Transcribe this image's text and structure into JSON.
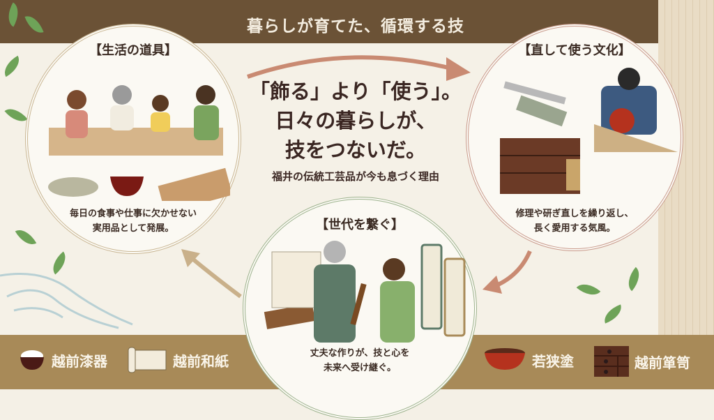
{
  "header": {
    "title": "暮らしが育てた、循環する技"
  },
  "center": {
    "headline_lines": [
      "「飾る」より「使う」。",
      "日々の暮らしが、",
      "技をつないだ。"
    ],
    "subtitle": "福井の伝統工芸品が今も息づく理由"
  },
  "panels": [
    {
      "id": "left",
      "title": "【生活の道具】",
      "caption_lines": [
        "毎日の食事や仕事に欠かせない",
        "実用品として発展。"
      ],
      "border_color": "#c9b693"
    },
    {
      "id": "right",
      "title": "【直して使う文化】",
      "caption_lines": [
        "修理や研ぎ直しを繰り返し、",
        "長く愛用する気風。"
      ],
      "border_color": "#c99a8c"
    },
    {
      "id": "bottom",
      "title": "【世代を繋ぐ】",
      "caption_lines": [
        "丈夫な作りが、技と心を",
        "未来へ受け継ぐ。"
      ],
      "border_color": "#9db38e"
    }
  ],
  "crafts": [
    {
      "label": "越前漆器",
      "icon": "lacquer-rice-bowl-icon"
    },
    {
      "label": "越前和紙",
      "icon": "paper-scroll-icon"
    },
    {
      "label": "若狭塗",
      "icon": "red-lacquer-bowl-icon"
    },
    {
      "label": "越前箪笥",
      "icon": "wooden-chest-icon"
    }
  ],
  "colors": {
    "top_band": "#6b5236",
    "bottom_band": "#a88a58",
    "background": "#f5f1e7",
    "arrow_top": "#c98a72",
    "arrow_left": "#c9b08a",
    "text_dark": "#3a2622"
  }
}
